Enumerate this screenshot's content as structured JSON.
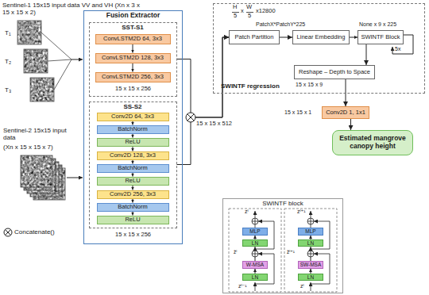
{
  "diagram": {
    "nodes": [
      {
        "text": [
          "Fusion Extractor"
        ]
      },
      {
        "text": [
          "SST-S1"
        ],
        "in": 0
      },
      {
        "text": [
          "ConvLSTM2D 64, 3x3"
        ],
        "in": 1
      },
      {
        "text": [
          "ConvLSTM2D 128, 3x3"
        ],
        "in": 1
      },
      {
        "text": [
          "ConvLSTM2D 256, 3x3"
        ],
        "in": 1
      },
      {
        "text": [
          "SS-S2"
        ],
        "in": 0
      },
      {
        "text": [
          "Conv2D 64, 3x3"
        ],
        "in": 5
      },
      {
        "text": [
          "BatchNorm"
        ],
        "in": 5
      },
      {
        "text": [
          "ReLU"
        ],
        "in": 5
      },
      {
        "text": [
          "Conv2D 128, 3x3"
        ],
        "in": 5
      },
      {
        "text": [
          "BatchNorm"
        ],
        "in": 5
      },
      {
        "text": [
          "ReLU"
        ],
        "in": 5
      },
      {
        "text": [
          "Conv2D 256, 3x3"
        ],
        "in": 5
      },
      {
        "text": [
          "BatchNorm"
        ],
        "in": 5
      },
      {
        "text": [
          "ReLU"
        ],
        "in": 5
      },
      {
        "text": [
          "SWINTF regression"
        ]
      },
      {
        "text": [
          "Patch Partition"
        ],
        "in": 15
      },
      {
        "text": [
          "Linear Embedding"
        ],
        "in": 15
      },
      {
        "text": [
          "SWINTF Block"
        ],
        "in": 15
      },
      {
        "text": [
          "Reshape – Depth to Space"
        ],
        "in": 15
      },
      {
        "text": [
          "Conv2D 1, 1x1"
        ]
      },
      {
        "text": [
          "Estimated mangrove canopy height"
        ]
      },
      {
        "text": [
          "SWINTF block"
        ]
      },
      {
        "text": [
          "MLP"
        ],
        "in": 22
      },
      {
        "text": [
          "LN"
        ],
        "in": 22
      },
      {
        "text": [
          "W-MSA"
        ],
        "in": 22
      },
      {
        "text": [
          "LN"
        ],
        "in": 22
      },
      {
        "text": [
          "MLP"
        ],
        "in": 22
      },
      {
        "text": [
          "LN"
        ],
        "in": 22
      },
      {
        "text": [
          "SW-MSA"
        ],
        "in": 22
      },
      {
        "text": [
          "LN"
        ],
        "in": 22
      }
    ],
    "edges": [
      {
        "from": 1,
        "to": 16,
        "arrow": "to"
      },
      {
        "from": 5,
        "to": 16,
        "arrow": "to"
      },
      {
        "from": 2,
        "to": 3,
        "arrow": "to"
      },
      {
        "from": 3,
        "to": 4,
        "arrow": "to"
      },
      {
        "from": 6,
        "to": 7,
        "arrow": "to"
      },
      {
        "from": 7,
        "to": 8,
        "arrow": "to"
      },
      {
        "from": 8,
        "to": 9,
        "arrow": "to"
      },
      {
        "from": 9,
        "to": 10,
        "arrow": "to"
      },
      {
        "from": 10,
        "to": 11,
        "arrow": "to"
      },
      {
        "from": 11,
        "to": 12,
        "arrow": "to"
      },
      {
        "from": 12,
        "to": 13,
        "arrow": "to"
      },
      {
        "from": 13,
        "to": 14,
        "arrow": "to"
      },
      {
        "from": 16,
        "to": 17,
        "arrow": "to"
      },
      {
        "from": 17,
        "to": 18,
        "arrow": "to"
      },
      {
        "from": 18,
        "to": 19,
        "arrow": "to"
      },
      {
        "from": 19,
        "to": 20,
        "arrow": "to"
      },
      {
        "from": 20,
        "to": 21,
        "arrow": "to"
      },
      {
        "from": 26,
        "to": 25,
        "arrow": "to"
      },
      {
        "from": 25,
        "to": 24,
        "arrow": "to"
      },
      {
        "from": 24,
        "to": 23,
        "arrow": "to"
      },
      {
        "from": 30,
        "to": 29,
        "arrow": "to"
      },
      {
        "from": 29,
        "to": 28,
        "arrow": "to"
      },
      {
        "from": 28,
        "to": 27,
        "arrow": "to"
      }
    ],
    "labels": [
      "Sentinel-1 15x15 input data VV and VH (Xn x 3 x 15 x 15 x 2)",
      "T₁",
      "T₂",
      "T₃",
      "Sentinel-2 15x15 input data",
      "(Xn x 15 x 15 x 7)",
      "15 x 15 x 256",
      "15 x 15 x 256",
      "15 x 15 x 512",
      "H",
      "5",
      "x",
      "W",
      "5",
      "x12800",
      "PatchX*PatchY*225",
      "None x 9 x 225",
      "5x",
      "15 x 15 x 9",
      "15 x 15 x 1",
      "zˡ",
      "ẑˡ",
      "zˡ⁻¹",
      "zˡ⁺¹",
      "ẑˡ⁺¹",
      "zˡ"
    ],
    "legend": [
      {
        "text": "Concatenate()"
      }
    ]
  }
}
